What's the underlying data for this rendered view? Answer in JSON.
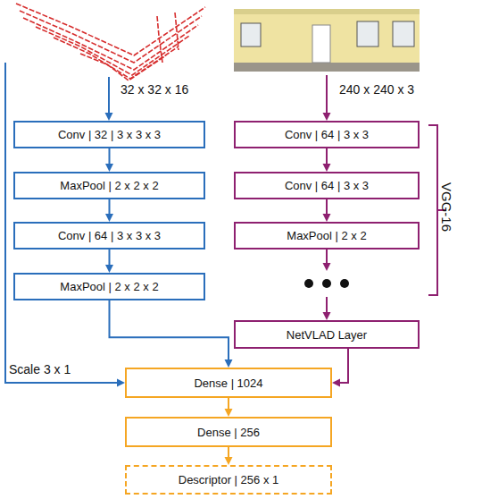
{
  "diagram": {
    "nodes": [
      {
        "text": [
          "Conv | 32 | 3 x 3 x 3"
        ]
      },
      {
        "text": [
          "MaxPool | 2 x 2 x 2"
        ]
      },
      {
        "text": [
          "Conv | 64 | 3 x 3 x 3"
        ]
      },
      {
        "text": [
          "MaxPool | 2 x 2 x 2"
        ]
      },
      {
        "text": [
          "Conv | 64 | 3 x 3"
        ]
      },
      {
        "text": [
          "Conv | 64 | 3 x 3"
        ]
      },
      {
        "text": [
          "MaxPool | 2 x 2"
        ]
      },
      {
        "text": [
          "NetVLAD Layer"
        ]
      },
      {
        "text": [
          "Dense | 1024"
        ]
      },
      {
        "text": [
          "Dense | 256"
        ]
      },
      {
        "text": [
          "Descriptor | 256 x 1"
        ]
      }
    ],
    "edges": [
      {
        "from": 0,
        "to": 1,
        "arrow": "to"
      },
      {
        "from": 1,
        "to": 2,
        "arrow": "to"
      },
      {
        "from": 2,
        "to": 3,
        "arrow": "to"
      },
      {
        "from": 4,
        "to": 5,
        "arrow": "to"
      },
      {
        "from": 5,
        "to": 6,
        "arrow": "to"
      },
      {
        "from": 6,
        "to": 7,
        "arrow": "to"
      },
      {
        "from": 3,
        "to": 8,
        "arrow": "to"
      },
      {
        "from": 7,
        "to": 8,
        "arrow": "to"
      },
      {
        "from": 8,
        "to": 9,
        "arrow": "to"
      },
      {
        "from": 9,
        "to": 10,
        "arrow": "to"
      }
    ],
    "labels": [
      "32 x 32 x 16",
      "240 x 240 x 3",
      "VGG-16",
      "Scale 3 x 1"
    ]
  }
}
